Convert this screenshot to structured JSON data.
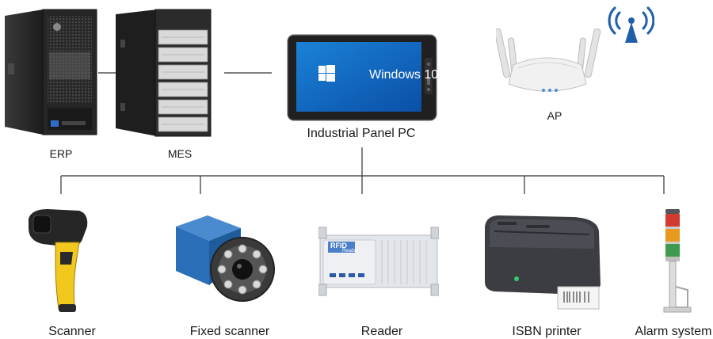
{
  "top": {
    "erp": {
      "label": "ERP",
      "icon": "tower-server-icon"
    },
    "mes": {
      "label": "MES",
      "icon": "rack-server-icon"
    },
    "panel_pc": {
      "label": "Industrial Panel PC",
      "screen_text": "Windows 10",
      "icon": "panel-pc-icon"
    },
    "ap": {
      "label": "AP",
      "icon": "wireless-access-point-icon"
    }
  },
  "devices": [
    {
      "label": "Scanner",
      "icon": "handheld-scanner-icon"
    },
    {
      "label": "Fixed scanner",
      "icon": "fixed-scanner-icon"
    },
    {
      "label": "Reader",
      "icon": "rfid-reader-icon",
      "badge_text": "RFID",
      "badge_sub": "Reader"
    },
    {
      "label": "ISBN printer",
      "icon": "label-printer-icon"
    },
    {
      "label": "Alarm system",
      "icon": "signal-tower-icon"
    }
  ],
  "colors": {
    "line": "#333333",
    "screen": "#1565c0",
    "scanner_yellow": "#f2c81e",
    "fixed_scanner_blue": "#2a6fb7",
    "wifi": "#1f5fa8"
  }
}
